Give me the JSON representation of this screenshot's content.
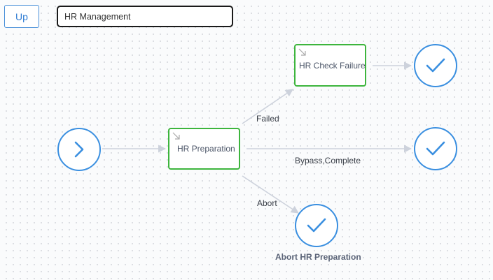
{
  "toolbar": {
    "up_label": "Up",
    "workflow_title": "HR Management"
  },
  "nodes": {
    "start": {
      "icon": "chevron-right-icon"
    },
    "hr_preparation": {
      "label": "HR Preparation",
      "icon": "arrow-down-right-icon"
    },
    "hr_check_failure": {
      "label": "HR Check Failure",
      "icon": "arrow-down-right-icon"
    },
    "end_check_failure": {
      "icon": "check-icon"
    },
    "end_complete": {
      "icon": "check-icon"
    },
    "end_abort": {
      "icon": "check-icon",
      "caption": "Abort HR Preparation"
    }
  },
  "edges": {
    "failed": "Failed",
    "bypass_complete": "Bypass,Complete",
    "abort": "Abort"
  },
  "colors": {
    "circle": "#3a8fe0",
    "task_border": "#3db53d",
    "edge": "#cdd2dc"
  }
}
